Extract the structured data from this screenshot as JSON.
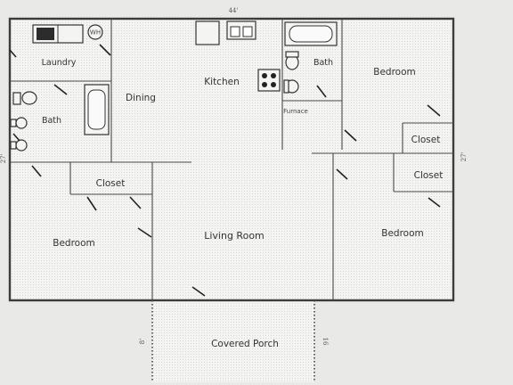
{
  "dimensions": {
    "width": "44'",
    "depth_right": "27'",
    "depth_left": "27'",
    "porch_left": "8'",
    "porch_right": "16"
  },
  "rooms": {
    "laundry": "Laundry",
    "wh": "WH",
    "dining": "Dining",
    "kitchen": "Kitchen",
    "bath_left": "Bath",
    "bath_center": "Bath",
    "furnace": "Furnace",
    "bedroom_ne": "Bedroom",
    "closet_ne_1": "Closet",
    "closet_ne_2": "Closet",
    "closet_w": "Closet",
    "bedroom_sw": "Bedroom",
    "living_room": "Living Room",
    "bedroom_se": "Bedroom",
    "covered_porch": "Covered Porch"
  },
  "colors": {
    "paper": "#e9e9e7",
    "floor": "#f3f3f1",
    "wall": "#3c3c3c"
  }
}
